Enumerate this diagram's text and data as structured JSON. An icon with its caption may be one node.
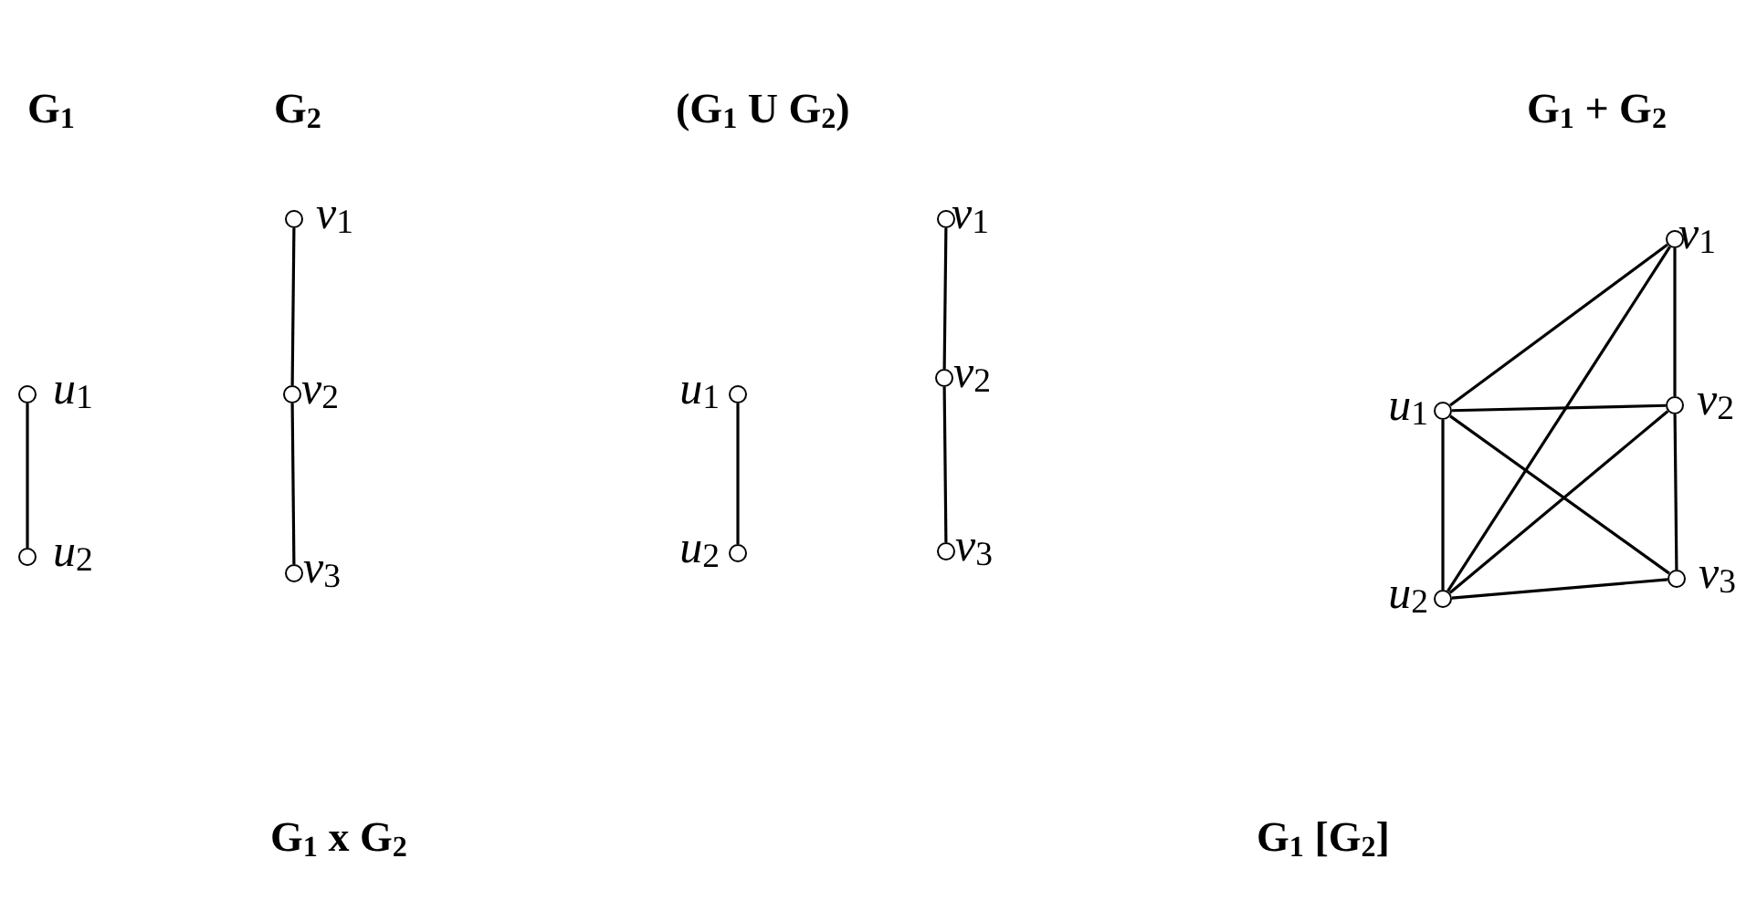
{
  "diagram": {
    "nodes": [
      {
        "text": [],
        "shape": "circle",
        "beside": [
          "*u*$_{1}$"
        ]
      },
      {
        "text": [],
        "shape": "circle",
        "beside": [
          "*u*$_{2}$"
        ]
      },
      {
        "text": [],
        "shape": "circle",
        "beside": [
          "*v*$_{1}$"
        ]
      },
      {
        "text": [],
        "shape": "circle",
        "beside": [
          "*v*$_{2}$"
        ]
      },
      {
        "text": [],
        "shape": "circle",
        "beside": [
          "*v*$_{3}$"
        ]
      },
      {
        "text": [],
        "shape": "circle",
        "beside": [
          "*u*$_{1}$"
        ]
      },
      {
        "text": [],
        "shape": "circle",
        "beside": [
          "*u*$_{2}$"
        ]
      },
      {
        "text": [],
        "shape": "circle",
        "beside": [
          "*v*$_{1}$"
        ]
      },
      {
        "text": [],
        "shape": "circle",
        "beside": [
          "*v*$_{2}$"
        ]
      },
      {
        "text": [],
        "shape": "circle",
        "beside": [
          "*v*$_{3}$"
        ]
      },
      {
        "text": [],
        "shape": "circle",
        "beside": [
          "*v*$_{1}$"
        ]
      },
      {
        "text": [],
        "shape": "circle",
        "beside": [
          "*u*$_{1}$"
        ]
      },
      {
        "text": [],
        "shape": "circle",
        "beside": [
          "*v*$_{2}$"
        ]
      },
      {
        "text": [],
        "shape": "circle",
        "beside": [
          "*u*$_{2}$"
        ]
      },
      {
        "text": [],
        "shape": "circle",
        "beside": [
          "*v*$_{3}$"
        ]
      }
    ],
    "edges": [
      {
        "from": 0,
        "to": 1,
        "arrow": "none"
      },
      {
        "from": 2,
        "to": 3,
        "arrow": "none"
      },
      {
        "from": 3,
        "to": 4,
        "arrow": "none"
      },
      {
        "from": 5,
        "to": 6,
        "arrow": "none"
      },
      {
        "from": 7,
        "to": 8,
        "arrow": "none"
      },
      {
        "from": 8,
        "to": 9,
        "arrow": "none"
      },
      {
        "from": 10,
        "to": 12,
        "arrow": "none"
      },
      {
        "from": 12,
        "to": 14,
        "arrow": "none"
      },
      {
        "from": 11,
        "to": 13,
        "arrow": "none"
      },
      {
        "from": 11,
        "to": 10,
        "arrow": "none"
      },
      {
        "from": 11,
        "to": 12,
        "arrow": "none"
      },
      {
        "from": 11,
        "to": 14,
        "arrow": "none"
      },
      {
        "from": 13,
        "to": 10,
        "arrow": "none"
      },
      {
        "from": 13,
        "to": 12,
        "arrow": "none"
      },
      {
        "from": 13,
        "to": 14,
        "arrow": "none"
      }
    ],
    "labels": [
      "G$_{1}$",
      "G$_{2}$",
      "(G$_{1}$ U G$_{2}$)",
      "G$_{1}$ + G$_{2}$",
      "G$_{1}$ x G$_{2}$",
      "G$_{1}$ [G$_{2}$]"
    ]
  }
}
